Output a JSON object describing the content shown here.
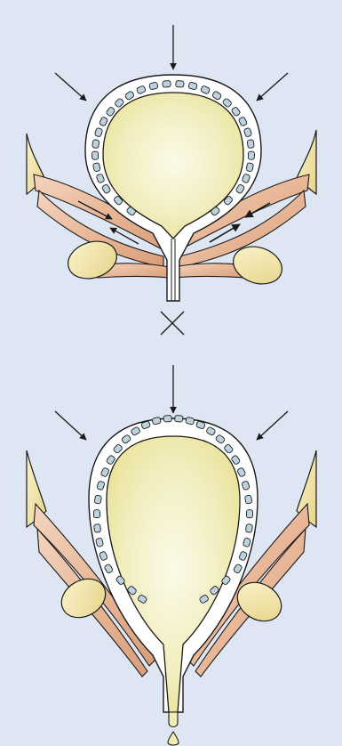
{
  "figure": {
    "panels": [
      {
        "id": "continent",
        "state": "closed"
      },
      {
        "id": "incontinent",
        "state": "leaking"
      }
    ],
    "colors": {
      "background": "#dfe6f3",
      "outline": "#1a1a1a",
      "bladder_fill": "#f1ecb2",
      "bladder_highlight": "#fbfae8",
      "wall_fill": "#ffffff",
      "cells": "#bdd2df",
      "muscle": "#e6b597",
      "muscle_light": "#f6d9c6",
      "bone": "#f2e4a6",
      "bone_dots": "#d8c27c",
      "drop": "#f1ecb2"
    }
  }
}
